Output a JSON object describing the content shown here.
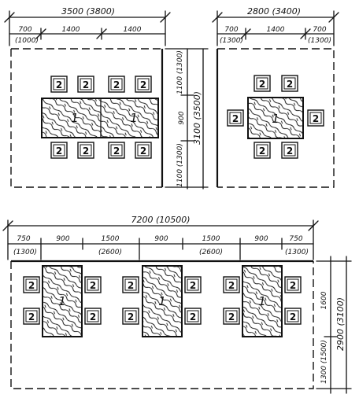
{
  "layout_a": {
    "total": "3500 (3800)",
    "w_top": [
      "700",
      "1400",
      "1400"
    ],
    "w_top_alt": [
      "(1000)"
    ],
    "h_right": [
      "1100 (1300)",
      "900",
      "1100 (1300)"
    ],
    "h_total": "3100 (3500)",
    "table_label": "1",
    "chair_label": "2"
  },
  "layout_b": {
    "total": "2800 (3400)",
    "w_top": [
      "700",
      "1400",
      "700"
    ],
    "w_top_alt": [
      "(1300)",
      "(1300)"
    ],
    "table_label": "1",
    "chair_label": "2"
  },
  "layout_c": {
    "total": "7200 (10500)",
    "w_top": [
      "750",
      "900",
      "1500",
      "900",
      "1500",
      "900",
      "750"
    ],
    "w_top_alt": [
      "(1300)",
      "(2600)",
      "(2600)",
      "(1300)"
    ],
    "h_right": [
      "1600",
      "1300 (1500)"
    ],
    "h_total": "2900 (3100)",
    "table_label": "1",
    "chair_label": "2"
  }
}
